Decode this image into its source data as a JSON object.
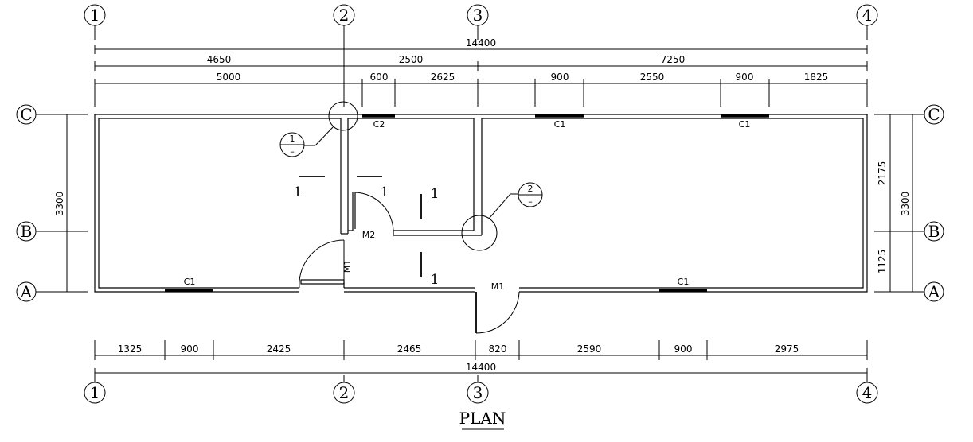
{
  "title": "PLAN",
  "grid": {
    "top": [
      "1",
      "2",
      "3",
      "4"
    ],
    "bottom": [
      "1",
      "2",
      "3",
      "4"
    ],
    "left": [
      "C",
      "B",
      "A"
    ],
    "right": [
      "C",
      "B",
      "A"
    ]
  },
  "dims_top": {
    "total": "14400",
    "row2": [
      "4650",
      "2500",
      "7250"
    ],
    "row3": [
      "5000",
      "600",
      "2625",
      "900",
      "2550",
      "900",
      "1825"
    ]
  },
  "dims_bottom": {
    "row1": [
      "1325",
      "900",
      "2425",
      "2465",
      "820",
      "2590",
      "900",
      "2975"
    ],
    "total": "14400"
  },
  "dims_left": {
    "total": "3300"
  },
  "dims_right": {
    "total": "3300",
    "parts": [
      "2175",
      "1125"
    ]
  },
  "windows": {
    "c2": "C2",
    "c1a": "C1",
    "c1b": "C1",
    "c1c": "C1",
    "c1d": "C1"
  },
  "doors": {
    "m1_left": "M1",
    "m1_main": "M1",
    "m2": "M2"
  },
  "section_marks": {
    "s1": "1",
    "s2": "1",
    "s3": "1",
    "s4": "1"
  },
  "detail_callouts": [
    {
      "num": "1",
      "ref": "–"
    },
    {
      "num": "2",
      "ref": "–"
    }
  ]
}
